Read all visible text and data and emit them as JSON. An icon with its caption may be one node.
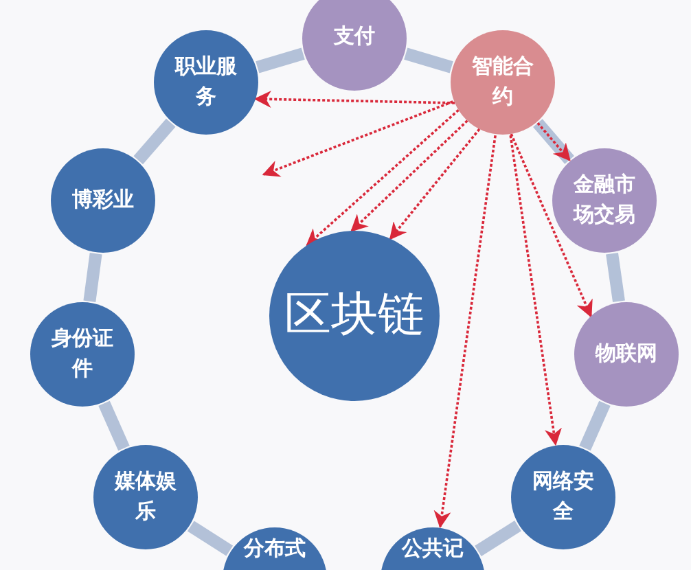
{
  "diagram": {
    "nodes": [
      {
        "text": [
          "区块链"
        ]
      },
      {
        "text": [
          "支付"
        ]
      },
      {
        "text": [
          "智能合约"
        ]
      },
      {
        "text": [
          "职业服务"
        ]
      },
      {
        "text": [
          "金融市场交易"
        ]
      },
      {
        "text": [
          "博彩业"
        ]
      },
      {
        "text": [
          "物联网"
        ]
      },
      {
        "text": [
          "身份证件"
        ]
      },
      {
        "text": [
          "网络安全"
        ]
      },
      {
        "text": [
          "媒体娱乐"
        ]
      },
      {
        "text": [
          "公共记"
        ]
      },
      {
        "text": [
          "分布式"
        ]
      }
    ],
    "edges": [
      {
        "from": 3,
        "to": 1,
        "arrow": "none"
      },
      {
        "from": 1,
        "to": 2,
        "arrow": "none"
      },
      {
        "from": 2,
        "to": 4,
        "arrow": "none"
      },
      {
        "from": 4,
        "to": 6,
        "arrow": "none"
      },
      {
        "from": 6,
        "to": 8,
        "arrow": "none"
      },
      {
        "from": 8,
        "to": 10,
        "arrow": "none"
      },
      {
        "from": 11,
        "to": 9,
        "arrow": "none"
      },
      {
        "from": 9,
        "to": 7,
        "arrow": "none"
      },
      {
        "from": 7,
        "to": 5,
        "arrow": "none"
      },
      {
        "from": 5,
        "to": 3,
        "arrow": "none"
      },
      {
        "from": 2,
        "to": 3,
        "arrow": "to",
        "style": "dashed",
        "color": "#d9283a"
      },
      {
        "from": 2,
        "to": null,
        "arrow": "to",
        "style": "dashed",
        "color": "#d9283a"
      },
      {
        "from": 2,
        "to": 0,
        "arrow": "to",
        "style": "dashed",
        "color": "#d9283a"
      },
      {
        "from": 2,
        "to": 0,
        "arrow": "to",
        "style": "dashed",
        "color": "#d9283a"
      },
      {
        "from": 2,
        "to": 0,
        "arrow": "to",
        "style": "dashed",
        "color": "#d9283a"
      },
      {
        "from": 2,
        "to": 10,
        "arrow": "to",
        "style": "dashed",
        "color": "#d9283a"
      },
      {
        "from": 2,
        "to": 8,
        "arrow": "to",
        "style": "dashed",
        "color": "#d9283a"
      },
      {
        "from": 2,
        "to": 6,
        "arrow": "to",
        "style": "dashed",
        "color": "#d9283a"
      },
      {
        "from": 2,
        "to": 4,
        "arrow": "to",
        "style": "dashed",
        "color": "#d9283a"
      }
    ]
  }
}
